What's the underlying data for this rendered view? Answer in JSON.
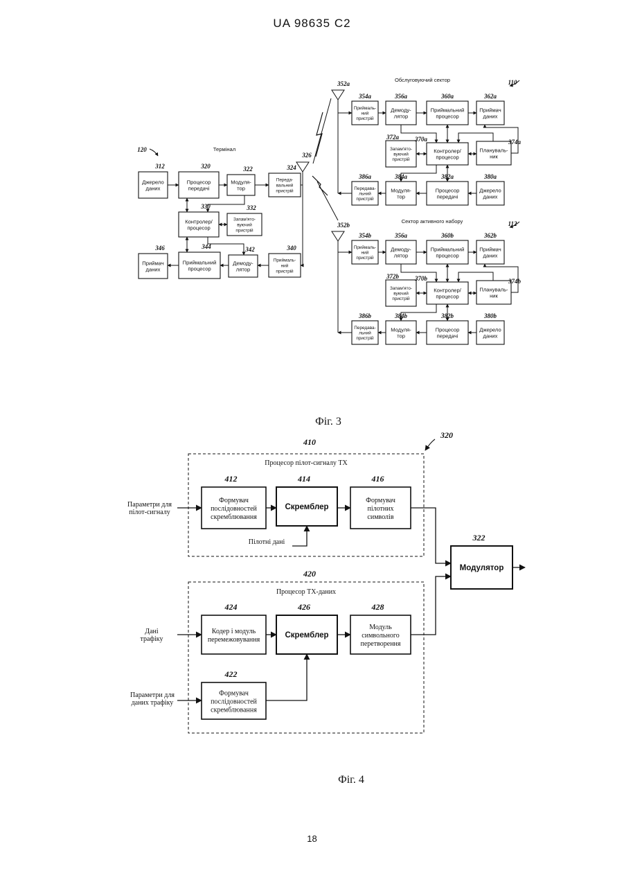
{
  "header": {
    "text": "UA   98635   C2"
  },
  "page_number": "18",
  "fig3": {
    "caption": "Фіг. 3",
    "terminal": {
      "ref": "120",
      "title": "Термінал",
      "antenna_ref": "326",
      "blocks": [
        {
          "id": "src312",
          "ref": "312",
          "lines": [
            "Джерело",
            "даних"
          ]
        },
        {
          "id": "tp320",
          "ref": "320",
          "lines": [
            "Процесор",
            "передачі"
          ]
        },
        {
          "id": "mod322",
          "ref": "322",
          "lines": [
            "Модуля-",
            "тор"
          ]
        },
        {
          "id": "tx324",
          "ref": "324",
          "lines": [
            "Переда-",
            "вальний",
            "пристрій"
          ]
        },
        {
          "id": "ctl330",
          "ref": "330",
          "lines": [
            "Контролер/",
            "процесор"
          ]
        },
        {
          "id": "mem332",
          "ref": "332",
          "lines": [
            "Запам'ято-",
            "вуючий",
            "пристрій"
          ]
        },
        {
          "id": "snk346",
          "ref": "346",
          "lines": [
            "Приймач",
            "даних"
          ]
        },
        {
          "id": "rp344",
          "ref": "344",
          "lines": [
            "Приймальний",
            "процесор"
          ]
        },
        {
          "id": "dem342",
          "ref": "342",
          "lines": [
            "Демоду-",
            "лятор"
          ]
        },
        {
          "id": "rx340",
          "ref": "340",
          "lines": [
            "Приймаль-",
            "ний",
            "пристрій"
          ]
        }
      ]
    },
    "sectors": [
      {
        "key": "a",
        "sector_ref": "110",
        "title": "Обслуговуючий сектор",
        "antenna_ref": "352a",
        "blocks": [
          {
            "id": "rx",
            "ref": "354a",
            "lines": [
              "Приймаль-",
              "ний",
              "пристрій"
            ]
          },
          {
            "id": "dem",
            "ref": "356a",
            "lines": [
              "Демоду-",
              "лятор"
            ]
          },
          {
            "id": "rp",
            "ref": "360a",
            "lines": [
              "Приймальний",
              "процесор"
            ]
          },
          {
            "id": "snk",
            "ref": "362a",
            "lines": [
              "Приймач",
              "даних"
            ]
          },
          {
            "id": "mem",
            "ref": "372a",
            "lines": [
              "Запам'ято-",
              "вуючий",
              "пристрій"
            ]
          },
          {
            "id": "ctl",
            "ref": "370a",
            "lines": [
              "Контролер/",
              "процесор"
            ]
          },
          {
            "id": "sch",
            "ref": "374a",
            "lines": [
              "Плануваль-",
              "ник"
            ]
          },
          {
            "id": "tx",
            "ref": "386a",
            "lines": [
              "Передава-",
              "льний",
              "пристрій"
            ]
          },
          {
            "id": "mod",
            "ref": "384a",
            "lines": [
              "Модуля-",
              "тор"
            ]
          },
          {
            "id": "tp",
            "ref": "382a",
            "lines": [
              "Процесор",
              "передачі"
            ]
          },
          {
            "id": "src",
            "ref": "380a",
            "lines": [
              "Джерело",
              "даних"
            ]
          }
        ]
      },
      {
        "key": "b",
        "sector_ref": "112",
        "title": "Сектор активного набору",
        "antenna_ref": "352b",
        "blocks": [
          {
            "id": "rx",
            "ref": "354b",
            "lines": [
              "Приймаль-",
              "ний",
              "пристрій"
            ]
          },
          {
            "id": "dem",
            "ref": "356a",
            "lines": [
              "Демоду-",
              "лятор"
            ]
          },
          {
            "id": "rp",
            "ref": "360b",
            "lines": [
              "Приймальний",
              "процесор"
            ]
          },
          {
            "id": "snk",
            "ref": "362b",
            "lines": [
              "Приймач",
              "даних"
            ]
          },
          {
            "id": "mem",
            "ref": "372b",
            "lines": [
              "Запам'ято-",
              "вуючий",
              "пристрій"
            ]
          },
          {
            "id": "ctl",
            "ref": "370b",
            "lines": [
              "Контролер/",
              "процесор"
            ]
          },
          {
            "id": "sch",
            "ref": "374b",
            "lines": [
              "Плануваль-",
              "ник"
            ]
          },
          {
            "id": "tx",
            "ref": "386b",
            "lines": [
              "Передава-",
              "льний",
              "пристрій"
            ]
          },
          {
            "id": "mod",
            "ref": "384b",
            "lines": [
              "Модуля-",
              "тор"
            ]
          },
          {
            "id": "tp",
            "ref": "382b",
            "lines": [
              "Процесор",
              "передачі"
            ]
          },
          {
            "id": "src",
            "ref": "380b",
            "lines": [
              "Джерело",
              "даних"
            ]
          }
        ]
      }
    ]
  },
  "fig4": {
    "caption": "Фіг. 4",
    "ref": "320",
    "pilot_group": {
      "ref": "410",
      "title": "Процесор пілот-сигналу ТХ"
    },
    "data_group": {
      "ref": "420",
      "title": "Процесор ТХ-даних"
    },
    "blocks": [
      {
        "id": "b412",
        "ref": "412",
        "lines": [
          "Формувач",
          "послідовностей",
          "скремблювання"
        ],
        "bold": false
      },
      {
        "id": "b414",
        "ref": "414",
        "lines": [
          "Скремблер"
        ],
        "bold": true
      },
      {
        "id": "b416",
        "ref": "416",
        "lines": [
          "Формувач",
          "пілотних",
          "символів"
        ],
        "bold": false
      },
      {
        "id": "b322",
        "ref": "322",
        "lines": [
          "Модулятор"
        ],
        "bold": true
      },
      {
        "id": "b424",
        "ref": "424",
        "lines": [
          "Кодер і модуль",
          "перемежовування"
        ],
        "bold": false
      },
      {
        "id": "b426",
        "ref": "426",
        "lines": [
          "Скремблер"
        ],
        "bold": true
      },
      {
        "id": "b428",
        "ref": "428",
        "lines": [
          "Модуль",
          "символьного",
          "перетворення"
        ],
        "bold": false
      },
      {
        "id": "b422",
        "ref": "422",
        "lines": [
          "Формувач",
          "послідовностей",
          "скремблювання"
        ],
        "bold": false
      }
    ],
    "inputs": {
      "pilot_params": [
        "Параметри для",
        "пілот-сигналу"
      ],
      "pilot_data": "Пілотні дані",
      "traffic_data": [
        "Дані",
        "трафіку"
      ],
      "traffic_params": [
        "Параметри для",
        "даних трафіку"
      ]
    }
  }
}
